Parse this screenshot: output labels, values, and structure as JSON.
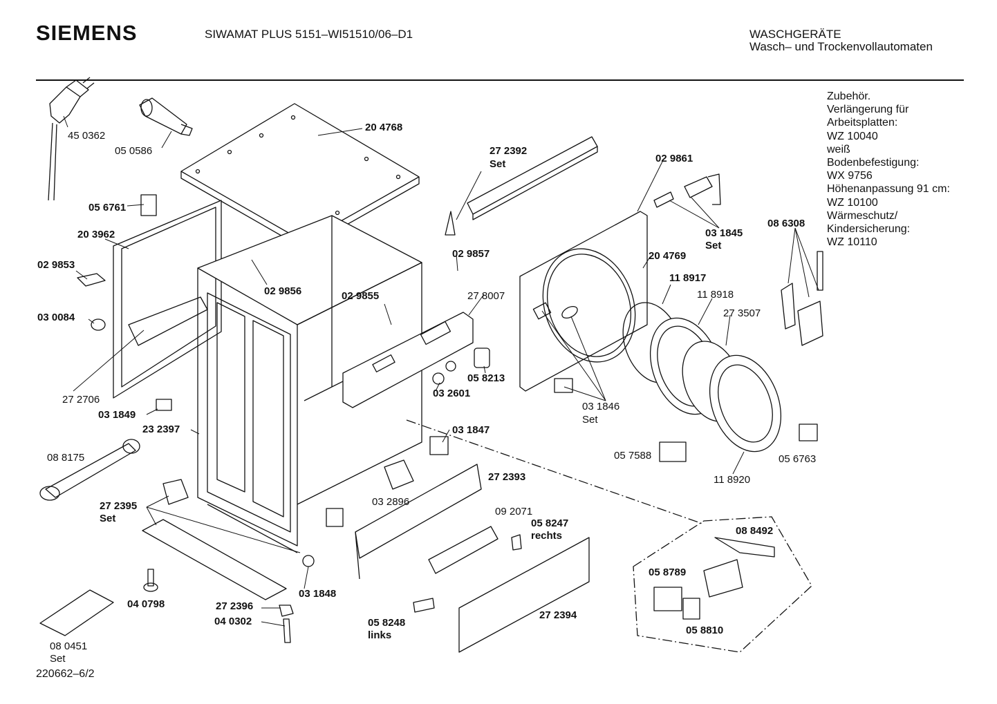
{
  "header": {
    "brand": "SIEMENS",
    "model": "SIWAMAT PLUS 5151–WI51510/06–D1",
    "category": "WASCHGERÄTE",
    "subcategory": "Wasch– und Trockenvollautomaten"
  },
  "accessories": [
    "Zubehör.",
    "Verlängerung für",
    "Arbeitsplatten:",
    "WZ 10040",
    "weiß",
    "Bodenbefestigung:",
    "WX 9756",
    "Höhenanpassung 91 cm:",
    "WZ 10100",
    "Wärmeschutz/",
    "Kindersicherung:",
    "WZ 10110"
  ],
  "footer": {
    "document_id": "220662–6/2"
  },
  "parts": {
    "p450362": "45 0362",
    "p050586": "05 0586",
    "p204768": "20 4768",
    "p272392": "27 2392",
    "p272392set": "Set",
    "p029861": "02 9861",
    "p056761": "05 6761",
    "p203962": "20 3962",
    "p031845": "03 1845",
    "p031845set": "Set",
    "p086308": "08 6308",
    "p029853": "02 9853",
    "p029857": "02 9857",
    "p204769": "20 4769",
    "p029856": "02 9856",
    "p029855": "02 9855",
    "p278007": "27 8007",
    "p118917": "11 8917",
    "p118918": "11 8918",
    "p273507": "27 3507",
    "p030084": "03 0084",
    "p058213": "05 8213",
    "p272706": "27 2706",
    "p032601": "03 2601",
    "p031846": "03 1846",
    "p031846set": "Set",
    "p031849": "03 1849",
    "p232397": "23 2397",
    "p031847": "03 1847",
    "p088175": "08 8175",
    "p057588": "05 7588",
    "p056763": "05 6763",
    "p272393": "27 2393",
    "p118920": "11 8920",
    "p032896": "03 2896",
    "p272395": "27 2395",
    "p272395set": "Set",
    "p092071": "09 2071",
    "p058247": "05 8247",
    "p058247r": "rechts",
    "p088492": "08 8492",
    "p058789": "05 8789",
    "p031848": "03 1848",
    "p040798": "04 0798",
    "p272396": "27 2396",
    "p272394": "27 2394",
    "p040302": "04 0302",
    "p058248": "05 8248",
    "p058248l": "links",
    "p058810": "05 8810",
    "p080451": "08 0451",
    "p080451set": "Set"
  }
}
